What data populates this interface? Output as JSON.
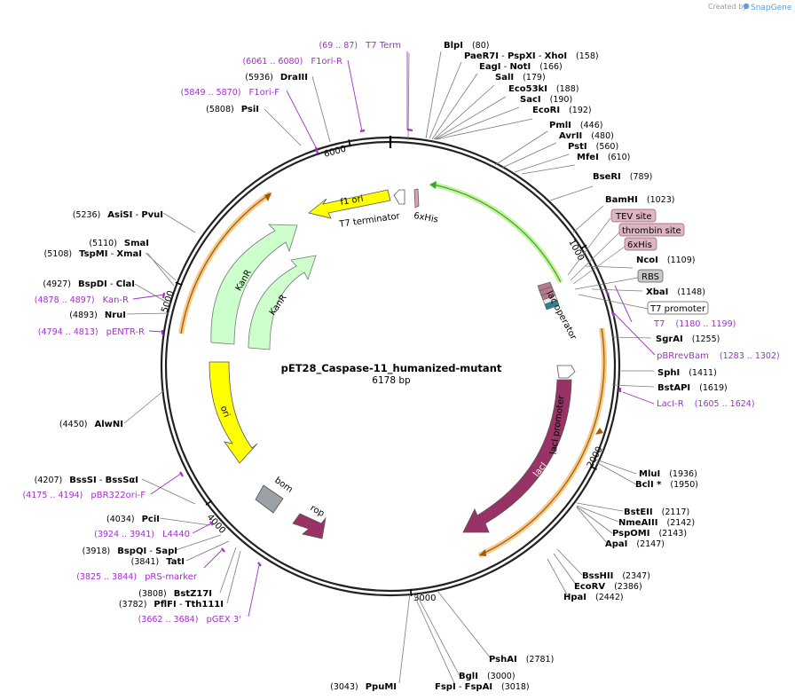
{
  "header": {
    "credit_prefix": "Created by",
    "credit_brand": "SnapGene"
  },
  "plasmid": {
    "name": "pET28_Caspase-11_humanized-mutant",
    "length_text": "6178 bp"
  },
  "ticks": [
    {
      "label": "1000",
      "bp": 1000
    },
    {
      "label": "2000",
      "bp": 2000
    },
    {
      "label": "3000",
      "bp": 3000
    },
    {
      "label": "4000",
      "bp": 4000
    },
    {
      "label": "5000",
      "bp": 5000
    },
    {
      "label": "6000",
      "bp": 6000
    }
  ],
  "enzymes": [
    {
      "name": "BlpI",
      "pos": "(80)"
    },
    {
      "name": "PaeR7I",
      "name2": "PspXI",
      "name3": "XhoI",
      "pos": "(158)"
    },
    {
      "name": "EagI",
      "name2": "NotI",
      "pos": "(166)"
    },
    {
      "name": "SalI",
      "pos": "(179)"
    },
    {
      "name": "Eco53kI",
      "pos": "(188)"
    },
    {
      "name": "SacI",
      "pos": "(190)"
    },
    {
      "name": "EcoRI",
      "pos": "(192)"
    },
    {
      "name": "PmlI",
      "pos": "(446)"
    },
    {
      "name": "AvrII",
      "pos": "(480)"
    },
    {
      "name": "PstI",
      "pos": "(560)"
    },
    {
      "name": "MfeI",
      "pos": "(610)"
    },
    {
      "name": "BseRI",
      "pos": "(789)"
    },
    {
      "name": "BamHI",
      "pos": "(1023)"
    },
    {
      "name": "NcoI",
      "pos": "(1109)"
    },
    {
      "name": "XbaI",
      "pos": "(1148)"
    },
    {
      "name": "SgrAI",
      "pos": "(1255)"
    },
    {
      "name": "SphI",
      "pos": "(1411)"
    },
    {
      "name": "BstAPI",
      "pos": "(1619)"
    },
    {
      "name": "MluI",
      "pos": "(1936)"
    },
    {
      "name": "BclI *",
      "pos": "(1950)"
    },
    {
      "name": "BstEII",
      "pos": "(2117)"
    },
    {
      "name": "NmeAIII",
      "pos": "(2142)"
    },
    {
      "name": "PspOMI",
      "pos": "(2143)"
    },
    {
      "name": "ApaI",
      "pos": "(2147)"
    },
    {
      "name": "BssHII",
      "pos": "(2347)"
    },
    {
      "name": "EcoRV",
      "pos": "(2386)"
    },
    {
      "name": "HpaI",
      "pos": "(2442)"
    },
    {
      "name": "PshAI",
      "pos": "(2781)"
    },
    {
      "name": "BglI",
      "pos": "(3000)"
    },
    {
      "name": "FspI",
      "name2": "FspAI",
      "pos": "(3018)"
    },
    {
      "name": "PpuMI",
      "pos": "(3043)"
    },
    {
      "name": "PflFI",
      "name2": "Tth111I",
      "pos": "(3782)"
    },
    {
      "name": "BstZ17I",
      "pos": "(3808)"
    },
    {
      "name": "TatI",
      "pos": "(3841)"
    },
    {
      "name": "BspQI",
      "name2": "SapI",
      "pos": "(3918)"
    },
    {
      "name": "PciI",
      "pos": "(4034)"
    },
    {
      "name": "BssSI",
      "name2": "BssSαI",
      "pos": "(4207)"
    },
    {
      "name": "AlwNI",
      "pos": "(4450)"
    },
    {
      "name": "NruI",
      "pos": "(4893)"
    },
    {
      "name": "BspDI",
      "name2": "ClaI",
      "pos": "(4927)"
    },
    {
      "name": "TspMI",
      "name2": "XmaI",
      "pos": "(5108)"
    },
    {
      "name": "SmaI",
      "pos": "(5110)"
    },
    {
      "name": "AsiSI",
      "name2": "PvuI",
      "pos": "(5236)"
    },
    {
      "name": "PsiI",
      "pos": "(5808)"
    },
    {
      "name": "DraIII",
      "pos": "(5936)"
    }
  ],
  "primers": [
    {
      "name": "T7 Term",
      "range": "(69 .. 87)"
    },
    {
      "name": "F1ori-R",
      "range": "(6061 .. 6080)"
    },
    {
      "name": "F1ori-F",
      "range": "(5849 .. 5870)"
    },
    {
      "name": "T7",
      "range": "(1180 .. 1199)"
    },
    {
      "name": "pBRrevBam",
      "range": "(1283 .. 1302)"
    },
    {
      "name": "LacI-R",
      "range": "(1605 .. 1624)"
    },
    {
      "name": "Kan-R",
      "range": "(4878 .. 4897)"
    },
    {
      "name": "pENTR-R",
      "range": "(4794 .. 4813)"
    },
    {
      "name": "pBR322ori-F",
      "range": "(4175 .. 4194)"
    },
    {
      "name": "L4440",
      "range": "(3924 .. 3941)"
    },
    {
      "name": "pRS-marker",
      "range": "(3825 .. 3844)"
    },
    {
      "name": "pGEX 3'",
      "range": "(3662 .. 3684)"
    }
  ],
  "boxed_features": [
    {
      "name": "TEV site"
    },
    {
      "name": "thrombin site"
    },
    {
      "name": "6xHis"
    },
    {
      "name": "RBS"
    },
    {
      "name": "T7 promoter"
    }
  ],
  "features": {
    "f1_ori": "f1 ori",
    "t7_terminator": "T7 terminator",
    "his_tag": "6xHis",
    "kanr_outer": "KanR",
    "kanr_inner": "KanR",
    "ori": "ori",
    "bom": "bom",
    "rop": "rop",
    "laci": "lacI",
    "laci_promoter": "lacI promoter",
    "lac_operator": "lac operator"
  },
  "colors": {
    "backbone": "#222222",
    "primer": "#a030c8",
    "f1_ori": "#ffff00",
    "kanr": "#ccffcc",
    "ori": "#ffff00",
    "laci": "#993366",
    "rop": "#993366",
    "bom": "#999999",
    "orf_highlight": "#f5c98a",
    "orf_line": "#a05a00",
    "cds_highlight": "#c9f0a0",
    "cds_line": "#33aa22",
    "feature_box": "#e0b4c0"
  }
}
